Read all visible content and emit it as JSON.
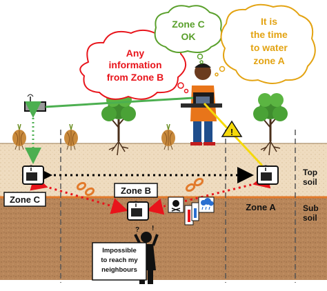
{
  "bubbles": {
    "zone_b_question": [
      "Any",
      "information",
      "from Zone B"
    ],
    "zone_c_ok": [
      "Zone C",
      "OK"
    ],
    "water_time": [
      "It is",
      "the time",
      "to water",
      "zone A"
    ]
  },
  "zones": {
    "zone_a": "Zone A",
    "zone_b": "Zone B",
    "zone_c": "Zone C"
  },
  "layers": {
    "top_soil": [
      "Top",
      "soil"
    ],
    "sub_soil": [
      "Sub",
      "soil"
    ]
  },
  "warning_sign": "Impossible to reach my neighbours",
  "warning_lines": [
    "Impossible",
    "to reach my",
    "neighbours"
  ],
  "colors": {
    "red_text": "#e8141b",
    "green_text": "#5aa02c",
    "orange_text": "#e3a312",
    "link_green": "#4caf50",
    "link_yellow": "#f5d90a",
    "link_red": "#e8141b",
    "topsoil": "#efdcc0",
    "subsoil": "#b8865a",
    "soil_line": "#e27a2b"
  },
  "icons": [
    "gateway-icon",
    "sensor-node-icon",
    "broken-link-icon",
    "warning-icon",
    "farmer-laptop-icon",
    "tree-icon",
    "onion-icon",
    "stressed-person-icon",
    "thermometer-icon",
    "poison-icon",
    "rain-cloud-icon"
  ]
}
